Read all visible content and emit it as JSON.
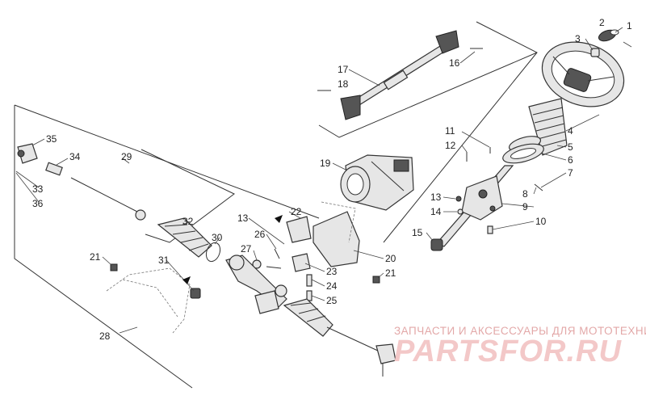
{
  "callouts": {
    "c1": "1",
    "c2": "2",
    "c3": "3",
    "c4": "4",
    "c5": "5",
    "c6": "6",
    "c7": "7",
    "c8": "8",
    "c9": "9",
    "c10": "10",
    "c11": "11",
    "c12": "12",
    "c13a": "13",
    "c13b": "13",
    "c14": "14",
    "c15": "15",
    "c16": "16",
    "c17": "17",
    "c18": "18",
    "c19": "19",
    "c20": "20",
    "c21a": "21",
    "c21b": "21",
    "c22": "22",
    "c23": "23",
    "c24": "24",
    "c25": "25",
    "c26": "26",
    "c27": "27",
    "c28": "28",
    "c29": "29",
    "c30": "30",
    "c31": "31",
    "c32": "32",
    "c33": "33",
    "c34": "34",
    "c35": "35",
    "c36": "36"
  },
  "watermark": {
    "caption": "ЗАПЧАСТИ И АКСЕССУАРЫ ДЛЯ МОТОТЕХНИКИ",
    "logo": "PARTSFOR.RU"
  },
  "colors": {
    "watermark_caption": "#e3a8a8",
    "watermark_logo": "#f3c8c8",
    "line": "#333333"
  }
}
